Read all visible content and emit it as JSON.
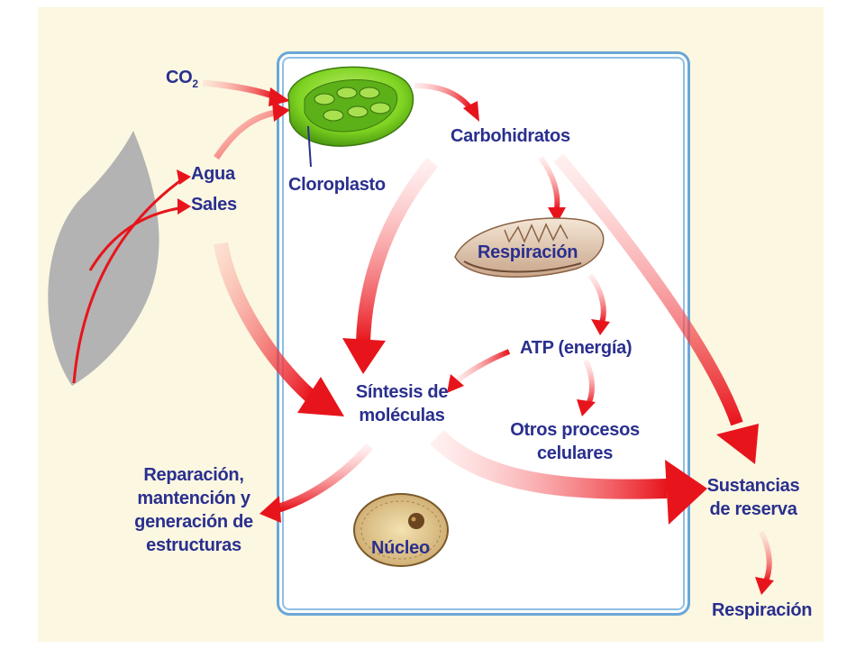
{
  "labels": {
    "co2_main": "CO",
    "co2_sub": "2",
    "agua": "Agua",
    "sales": "Sales",
    "cloroplasto": "Cloroplasto",
    "carbohidratos": "Carbohidratos",
    "respiracion_mito": "Respiración",
    "atp": "ATP (energía)",
    "sintesis_line1": "Síntesis de",
    "sintesis_line2": "moléculas",
    "otros_line1": "Otros procesos",
    "otros_line2": "celulares",
    "reparacion_line1": "Reparación,",
    "reparacion_line2": "mantención y",
    "reparacion_line3": "generación de",
    "reparacion_line4": "estructuras",
    "nucleo": "Núcleo",
    "sustancias_line1": "Sustancias",
    "sustancias_line2": "de reserva",
    "respiracion_final": "Respiración"
  },
  "colors": {
    "label_text": "#2a2f8e",
    "arrow": "#e8141c",
    "background": "#fbf7e1",
    "cell_border": "#6ba7d6",
    "leaf": "#b3b3b3",
    "chloroplast": "#7ed321"
  }
}
